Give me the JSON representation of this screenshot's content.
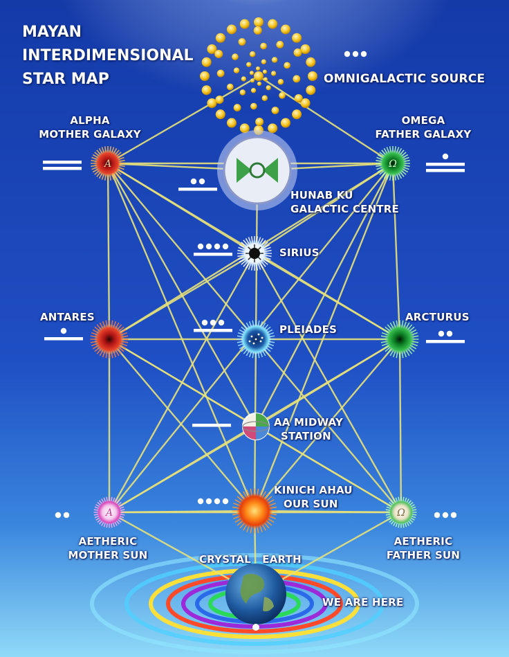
{
  "title": {
    "line1": "MAYAN",
    "line2": "INTERDIMENSIONAL",
    "line3": "STAR MAP"
  },
  "colors": {
    "background_top": "#1b3fb0",
    "background_bottom": "#7fd0f5",
    "connection_line": "#e8e27a",
    "source_gold": "#f4c21a"
  },
  "nodes": {
    "omnigalactic_source": {
      "label": "OMNIGALACTIC SOURCE",
      "maya_number": 3
    },
    "alpha_mother_galaxy": {
      "line1": "ALPHA",
      "line2": "MOTHER GALAXY",
      "maya_number": 10,
      "glyph": "A"
    },
    "omega_father_galaxy": {
      "line1": "OMEGA",
      "line2": "FATHER GALAXY",
      "maya_number": 11,
      "glyph": "Ω"
    },
    "hunab_ku": {
      "line1": "HUNAB KU",
      "line2": "GALACTIC CENTRE",
      "maya_number": 7
    },
    "sirius": {
      "label": "SIRIUS",
      "maya_number": 9
    },
    "antares": {
      "label": "ANTARES",
      "maya_number": 6
    },
    "pleiades": {
      "label": "PLEIADES",
      "maya_number": 8
    },
    "arcturus": {
      "label": "ARCTURUS",
      "maya_number": 7
    },
    "aa_midway_station": {
      "line1": "AA MIDWAY",
      "line2": "STATION",
      "maya_number": 5
    },
    "kinich_ahau": {
      "line1": "KINICH AHAU",
      "line2": "OUR SUN",
      "maya_number": 4
    },
    "aetheric_mother_sun": {
      "line1": "AETHERIC",
      "line2": "MOTHER SUN",
      "maya_number": 2,
      "glyph": "A"
    },
    "aetheric_father_sun": {
      "line1": "AETHERIC",
      "line2": "FATHER SUN",
      "maya_number": 3,
      "glyph": "Ω"
    },
    "crystal_earth": {
      "label": "CRYSTAL   EARTH"
    },
    "we_are_here": {
      "label": "WE ARE HERE"
    }
  }
}
